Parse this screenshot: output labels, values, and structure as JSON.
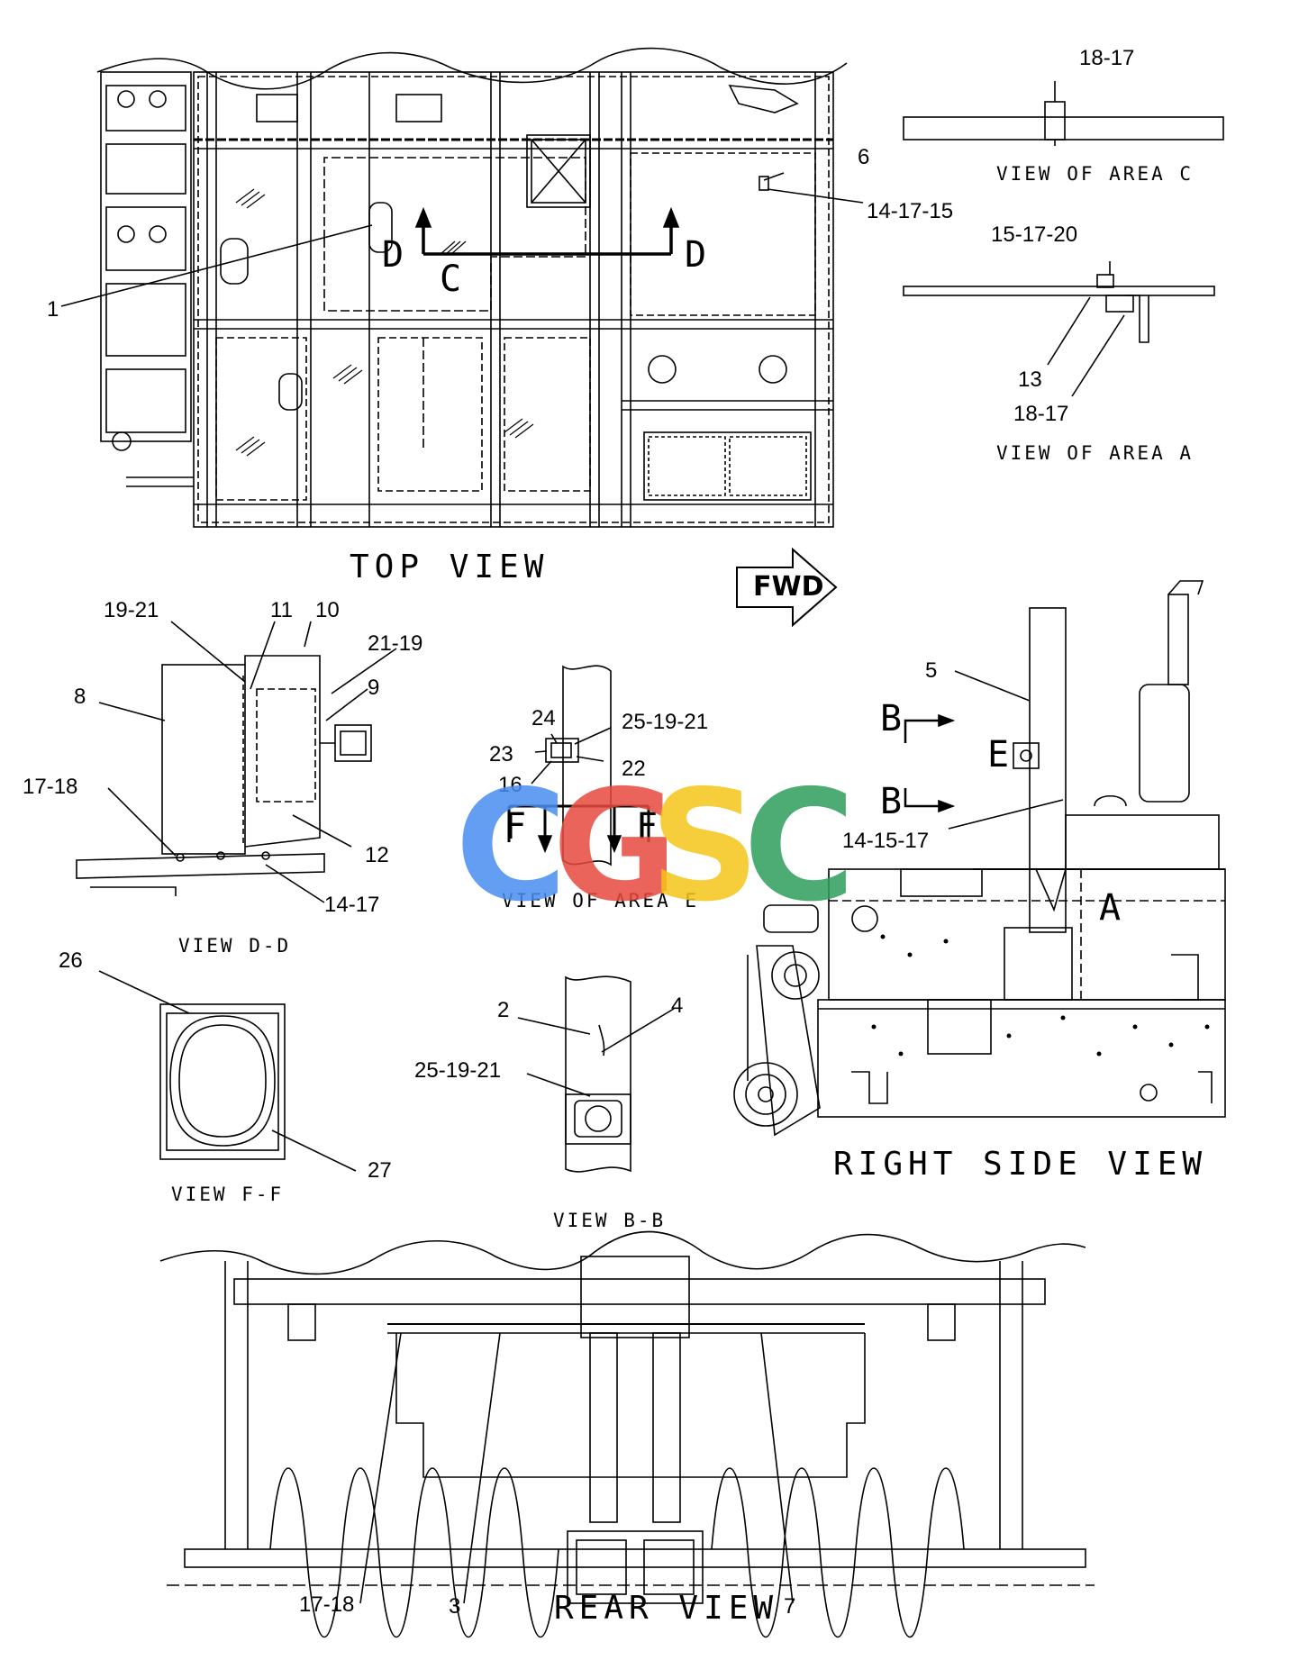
{
  "views": {
    "top": "TOP  VIEW",
    "area_c": "VIEW OF AREA C",
    "area_a": "VIEW OF AREA A",
    "d_d": "VIEW D-D",
    "area_e": "VIEW OF AREA E",
    "f_f": "VIEW F-F",
    "b_b": "VIEW B-B",
    "right_side": "RIGHT  SIDE  VIEW",
    "rear": "REAR  VIEW"
  },
  "direction": "FWD",
  "section_markers": {
    "d_left": "D",
    "d_right": "D",
    "c": "C",
    "b_top": "B",
    "b_bottom": "B",
    "e": "E",
    "a": "A",
    "f_left": "F",
    "f_right": "F"
  },
  "callouts": {
    "top_1": "1",
    "top_6": "6",
    "top_14_17_15": "14-17-15",
    "c_18_17": "18-17",
    "a_15_17_20": "15-17-20",
    "a_13": "13",
    "a_18_17": "18-17",
    "dd_19_21": "19-21",
    "dd_11": "11",
    "dd_10": "10",
    "dd_21_19": "21-19",
    "dd_9": "9",
    "dd_8": "8",
    "dd_17_18": "17-18",
    "dd_12": "12",
    "dd_14_17": "14-17",
    "e_24": "24",
    "e_25_19_21": "25-19-21",
    "e_23": "23",
    "e_22": "22",
    "e_16": "16",
    "ff_26": "26",
    "ff_27": "27",
    "bb_2": "2",
    "bb_4": "4",
    "bb_25_19_21": "25-19-21",
    "rs_5": "5",
    "rs_14_15_17": "14-15-17",
    "rear_17_18": "17-18",
    "rear_3": "3",
    "rear_7": "7"
  },
  "watermark": {
    "letters": [
      "C",
      "G",
      "S",
      "C"
    ],
    "colors": [
      "#4a8ef0",
      "#e84a3f",
      "#f5c518",
      "#2e9e5b"
    ]
  }
}
